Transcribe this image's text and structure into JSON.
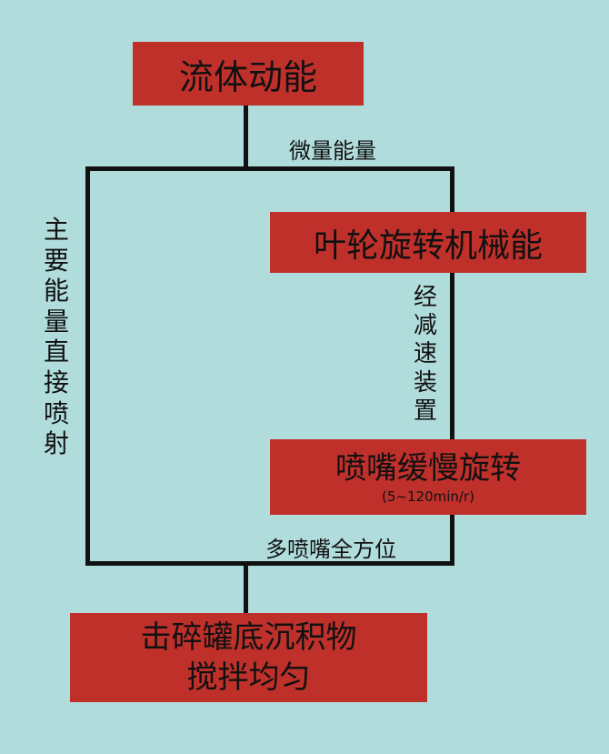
{
  "colors": {
    "background": "#b1dcdc",
    "box_fill": "#c0302b",
    "line": "#111111",
    "text": "#111111"
  },
  "nodes": {
    "fluid_energy": "流体动能",
    "impeller_energy": "叶轮旋转机械能",
    "nozzle_rotation": "喷嘴缓慢旋转",
    "nozzle_speed": "(5~120min/r)",
    "result_line1": "击碎罐底沉积物",
    "result_line2": "搅拌均匀"
  },
  "edges": {
    "minor_energy": "微量能量",
    "main_path": [
      "主",
      "要",
      "能",
      "量",
      "直",
      "接",
      "喷",
      "射"
    ],
    "reducer": [
      "经",
      "减",
      "速",
      "装",
      "置"
    ],
    "multi_nozzle": "多喷嘴全方位"
  }
}
